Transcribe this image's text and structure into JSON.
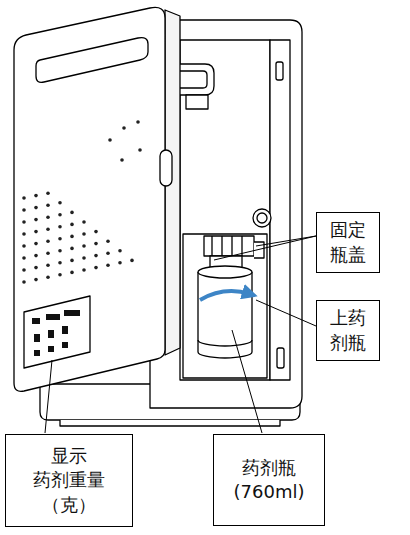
{
  "diagram": {
    "nodes": [
      {
        "text": [
          "固定 瓶盖"
        ]
      },
      {
        "text": [
          "上药 剂瓶"
        ]
      },
      {
        "text": [
          "显示 药剂重量 （克）"
        ]
      },
      {
        "text": [
          "药剂瓶 (760ml)"
        ]
      }
    ]
  }
}
